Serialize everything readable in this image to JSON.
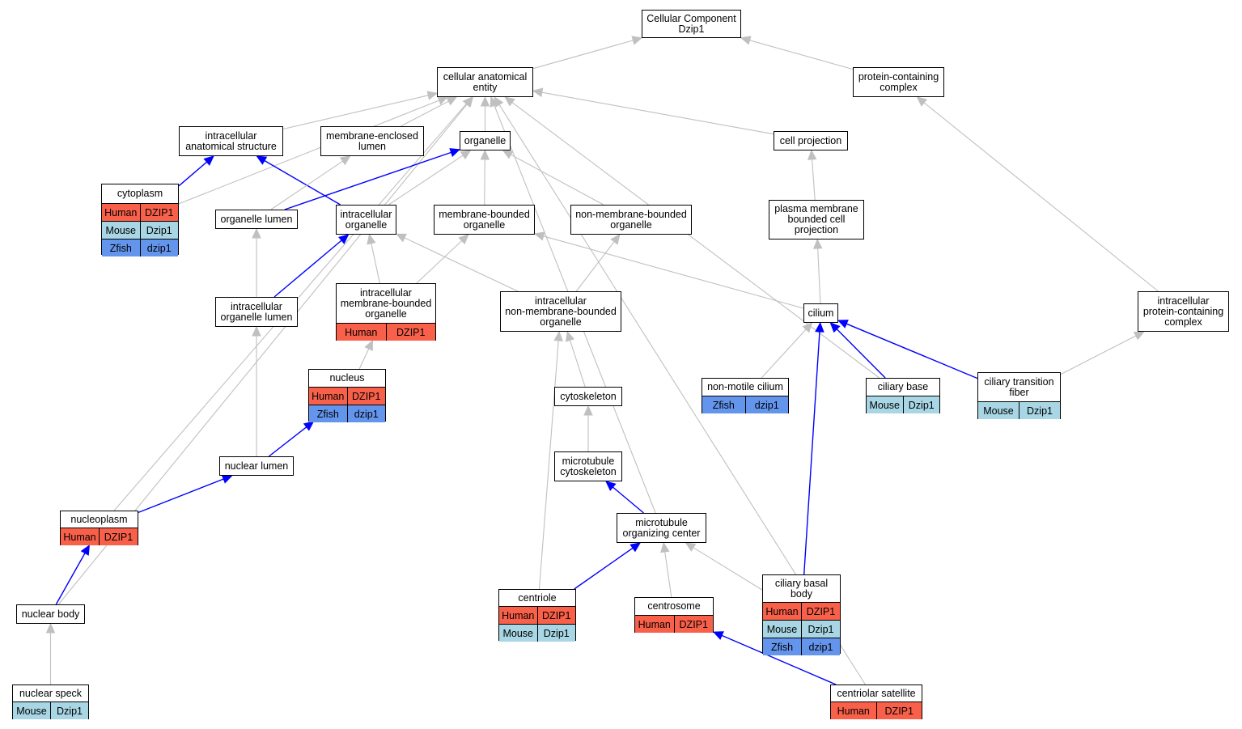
{
  "colors": {
    "human": "#f9604a",
    "mouse": "#a8d6e4",
    "zfish": "#6495ed",
    "edge_is_a": "#c0c0c0",
    "edge_part_of": "#0000ff"
  },
  "nodes": {
    "root": {
      "label": "Cellular Component\nDzip1",
      "rows": []
    },
    "cae": {
      "label": "cellular anatomical\nentity",
      "rows": []
    },
    "pcc": {
      "label": "protein-containing\ncomplex",
      "rows": []
    },
    "ias": {
      "label": "intracellular\nanatomical structure",
      "rows": []
    },
    "mel": {
      "label": "membrane-enclosed\nlumen",
      "rows": []
    },
    "org": {
      "label": "organelle",
      "rows": []
    },
    "cellproj": {
      "label": "cell projection",
      "rows": []
    },
    "cyto": {
      "label": "cytoplasm",
      "rows": [
        [
          "Human",
          "DZIP1"
        ],
        [
          "Mouse",
          "Dzip1"
        ],
        [
          "Zfish",
          "dzip1"
        ]
      ]
    },
    "orglumen": {
      "label": "organelle lumen",
      "rows": []
    },
    "intorg": {
      "label": "intracellular\norganelle",
      "rows": []
    },
    "mbo": {
      "label": "membrane-bounded\norganelle",
      "rows": []
    },
    "nmbo": {
      "label": "non-membrane-bounded\norganelle",
      "rows": []
    },
    "pmbcp": {
      "label": "plasma membrane\nbounded cell\nprojection",
      "rows": []
    },
    "iol": {
      "label": "intracellular\norganelle lumen",
      "rows": []
    },
    "imbo": {
      "label": "intracellular\nmembrane-bounded\norganelle",
      "rows": [
        [
          "Human",
          "DZIP1"
        ]
      ]
    },
    "inmbo": {
      "label": "intracellular\nnon-membrane-bounded\norganelle",
      "rows": []
    },
    "cilium": {
      "label": "cilium",
      "rows": []
    },
    "ipcc": {
      "label": "intracellular\nprotein-containing\ncomplex",
      "rows": []
    },
    "nucleus": {
      "label": "nucleus",
      "rows": [
        [
          "Human",
          "DZIP1"
        ],
        [
          "Zfish",
          "dzip1"
        ]
      ]
    },
    "cytosk": {
      "label": "cytoskeleton",
      "rows": []
    },
    "nmc": {
      "label": "non-motile cilium",
      "rows": [
        [
          "Zfish",
          "dzip1"
        ]
      ]
    },
    "cbase": {
      "label": "ciliary base",
      "rows": [
        [
          "Mouse",
          "Dzip1"
        ]
      ]
    },
    "ctf": {
      "label": "ciliary transition\nfiber",
      "rows": [
        [
          "Mouse",
          "Dzip1"
        ]
      ]
    },
    "nlumen": {
      "label": "nuclear lumen",
      "rows": []
    },
    "mtcs": {
      "label": "microtubule\ncytoskeleton",
      "rows": []
    },
    "nplasm": {
      "label": "nucleoplasm",
      "rows": [
        [
          "Human",
          "DZIP1"
        ]
      ]
    },
    "mtoc": {
      "label": "microtubule\norganizing center",
      "rows": []
    },
    "cbb": {
      "label": "ciliary basal\nbody",
      "rows": [
        [
          "Human",
          "DZIP1"
        ],
        [
          "Mouse",
          "Dzip1"
        ],
        [
          "Zfish",
          "dzip1"
        ]
      ]
    },
    "centriole": {
      "label": "centriole",
      "rows": [
        [
          "Human",
          "DZIP1"
        ],
        [
          "Mouse",
          "Dzip1"
        ]
      ]
    },
    "centrosome": {
      "label": "centrosome",
      "rows": [
        [
          "Human",
          "DZIP1"
        ]
      ]
    },
    "nbody": {
      "label": "nuclear body",
      "rows": []
    },
    "nspeck": {
      "label": "nuclear speck",
      "rows": [
        [
          "Mouse",
          "Dzip1"
        ]
      ]
    },
    "csat": {
      "label": "centriolar satellite",
      "rows": [
        [
          "Human",
          "DZIP1"
        ]
      ]
    }
  },
  "edges": [
    {
      "from": "cae",
      "to": "root",
      "type": "is_a"
    },
    {
      "from": "pcc",
      "to": "root",
      "type": "is_a"
    },
    {
      "from": "ias",
      "to": "cae",
      "type": "is_a"
    },
    {
      "from": "mel",
      "to": "cae",
      "type": "is_a"
    },
    {
      "from": "org",
      "to": "cae",
      "type": "is_a"
    },
    {
      "from": "cellproj",
      "to": "cae",
      "type": "is_a"
    },
    {
      "from": "cyto",
      "to": "cae",
      "type": "is_a"
    },
    {
      "from": "nplasm",
      "to": "cae",
      "type": "is_a"
    },
    {
      "from": "nbody",
      "to": "cae",
      "type": "is_a"
    },
    {
      "from": "mtoc",
      "to": "cae",
      "type": "is_a"
    },
    {
      "from": "cbase",
      "to": "cae",
      "type": "is_a"
    },
    {
      "from": "csat",
      "to": "cae",
      "type": "is_a"
    },
    {
      "from": "ipcc",
      "to": "pcc",
      "type": "is_a"
    },
    {
      "from": "ctf",
      "to": "ipcc",
      "type": "is_a"
    },
    {
      "from": "cyto",
      "to": "ias",
      "type": "part_of"
    },
    {
      "from": "intorg",
      "to": "ias",
      "type": "part_of"
    },
    {
      "from": "orglumen",
      "to": "mel",
      "type": "is_a"
    },
    {
      "from": "orglumen",
      "to": "org",
      "type": "part_of"
    },
    {
      "from": "intorg",
      "to": "org",
      "type": "is_a"
    },
    {
      "from": "mbo",
      "to": "org",
      "type": "is_a"
    },
    {
      "from": "nmbo",
      "to": "org",
      "type": "is_a"
    },
    {
      "from": "pmbcp",
      "to": "cellproj",
      "type": "is_a"
    },
    {
      "from": "cilium",
      "to": "pmbcp",
      "type": "is_a"
    },
    {
      "from": "iol",
      "to": "orglumen",
      "type": "is_a"
    },
    {
      "from": "iol",
      "to": "intorg",
      "type": "part_of"
    },
    {
      "from": "imbo",
      "to": "intorg",
      "type": "is_a"
    },
    {
      "from": "imbo",
      "to": "mbo",
      "type": "is_a"
    },
    {
      "from": "inmbo",
      "to": "intorg",
      "type": "is_a"
    },
    {
      "from": "inmbo",
      "to": "nmbo",
      "type": "is_a"
    },
    {
      "from": "cilium",
      "to": "mbo",
      "type": "is_a"
    },
    {
      "from": "nucleus",
      "to": "imbo",
      "type": "is_a"
    },
    {
      "from": "nlumen",
      "to": "iol",
      "type": "is_a"
    },
    {
      "from": "nlumen",
      "to": "nucleus",
      "type": "part_of"
    },
    {
      "from": "cytosk",
      "to": "inmbo",
      "type": "is_a"
    },
    {
      "from": "mtcs",
      "to": "cytosk",
      "type": "is_a"
    },
    {
      "from": "mtoc",
      "to": "mtcs",
      "type": "part_of"
    },
    {
      "from": "centriole",
      "to": "inmbo",
      "type": "is_a"
    },
    {
      "from": "centriole",
      "to": "mtoc",
      "type": "part_of"
    },
    {
      "from": "centrosome",
      "to": "mtoc",
      "type": "is_a"
    },
    {
      "from": "cbb",
      "to": "mtoc",
      "type": "is_a"
    },
    {
      "from": "cbb",
      "to": "cilium",
      "type": "part_of"
    },
    {
      "from": "nmc",
      "to": "cilium",
      "type": "is_a"
    },
    {
      "from": "cbase",
      "to": "cilium",
      "type": "part_of"
    },
    {
      "from": "ctf",
      "to": "cilium",
      "type": "part_of"
    },
    {
      "from": "nplasm",
      "to": "nlumen",
      "type": "part_of"
    },
    {
      "from": "nbody",
      "to": "nplasm",
      "type": "part_of"
    },
    {
      "from": "nspeck",
      "to": "nbody",
      "type": "is_a"
    },
    {
      "from": "csat",
      "to": "centrosome",
      "type": "part_of"
    }
  ]
}
